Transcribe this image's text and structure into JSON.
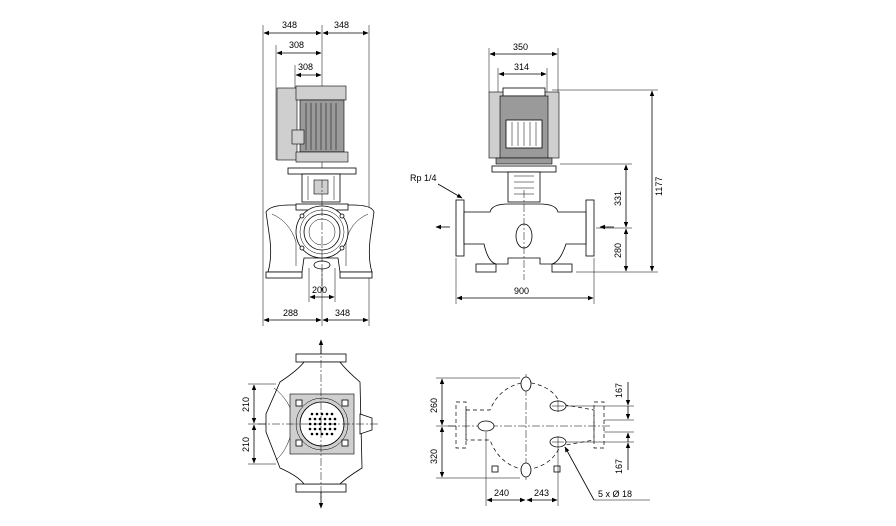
{
  "front_view": {
    "top_left_width": "348",
    "top_right_width": "348",
    "motor_width_outer": "308",
    "motor_width_inner": "308",
    "port_diameter": "200",
    "bottom_left_width": "288",
    "bottom_right_width": "348"
  },
  "side_view": {
    "motor_width": "350",
    "fan_width": "314",
    "connection_label": "Rp 1/4",
    "height_total": "1177",
    "height_upper": "331",
    "height_lower": "280",
    "flange_length": "900"
  },
  "top_view": {
    "offset_upper": "210",
    "offset_lower": "210"
  },
  "base_view": {
    "left_upper": "260",
    "left_lower": "320",
    "right_upper": "167",
    "right_lower": "167",
    "bottom_left": "240",
    "bottom_right": "243",
    "holes_label": "5 x  Ø  18"
  }
}
